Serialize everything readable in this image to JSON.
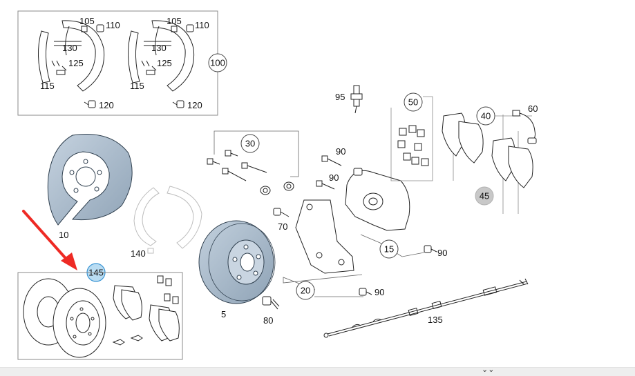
{
  "labels": {
    "p105a": "105",
    "p110a": "110",
    "p130a": "130",
    "p125a": "125",
    "p115a": "115",
    "p120a": "120",
    "p105b": "105",
    "p110b": "110",
    "p130b": "130",
    "p125b": "125",
    "p115b": "115",
    "p120b": "120",
    "p100": "100",
    "p10": "10",
    "p145": "145",
    "p140": "140",
    "p5": "5",
    "p80": "80",
    "p30": "30",
    "p70": "70",
    "p90a": "90",
    "p90b": "90",
    "p90c": "90",
    "p90d": "90",
    "p95": "95",
    "p50": "50",
    "p40": "40",
    "p60": "60",
    "p45": "45",
    "p15": "15",
    "p20": "20",
    "p135": "135"
  },
  "colors": {
    "disc_fill": "#a9bacb",
    "highlight_fill": "#b9dcf2",
    "highlight_stroke": "#3c96d4",
    "pointer_arrow": "#ee2a24",
    "dimmed_callout": "#c8c8c8"
  },
  "pointer": {
    "target": "p145",
    "icon": "red-arrow-icon"
  },
  "bottom_bar": {
    "chevron": "⌄⌄",
    "icon": "double-chevron-down-icon"
  }
}
